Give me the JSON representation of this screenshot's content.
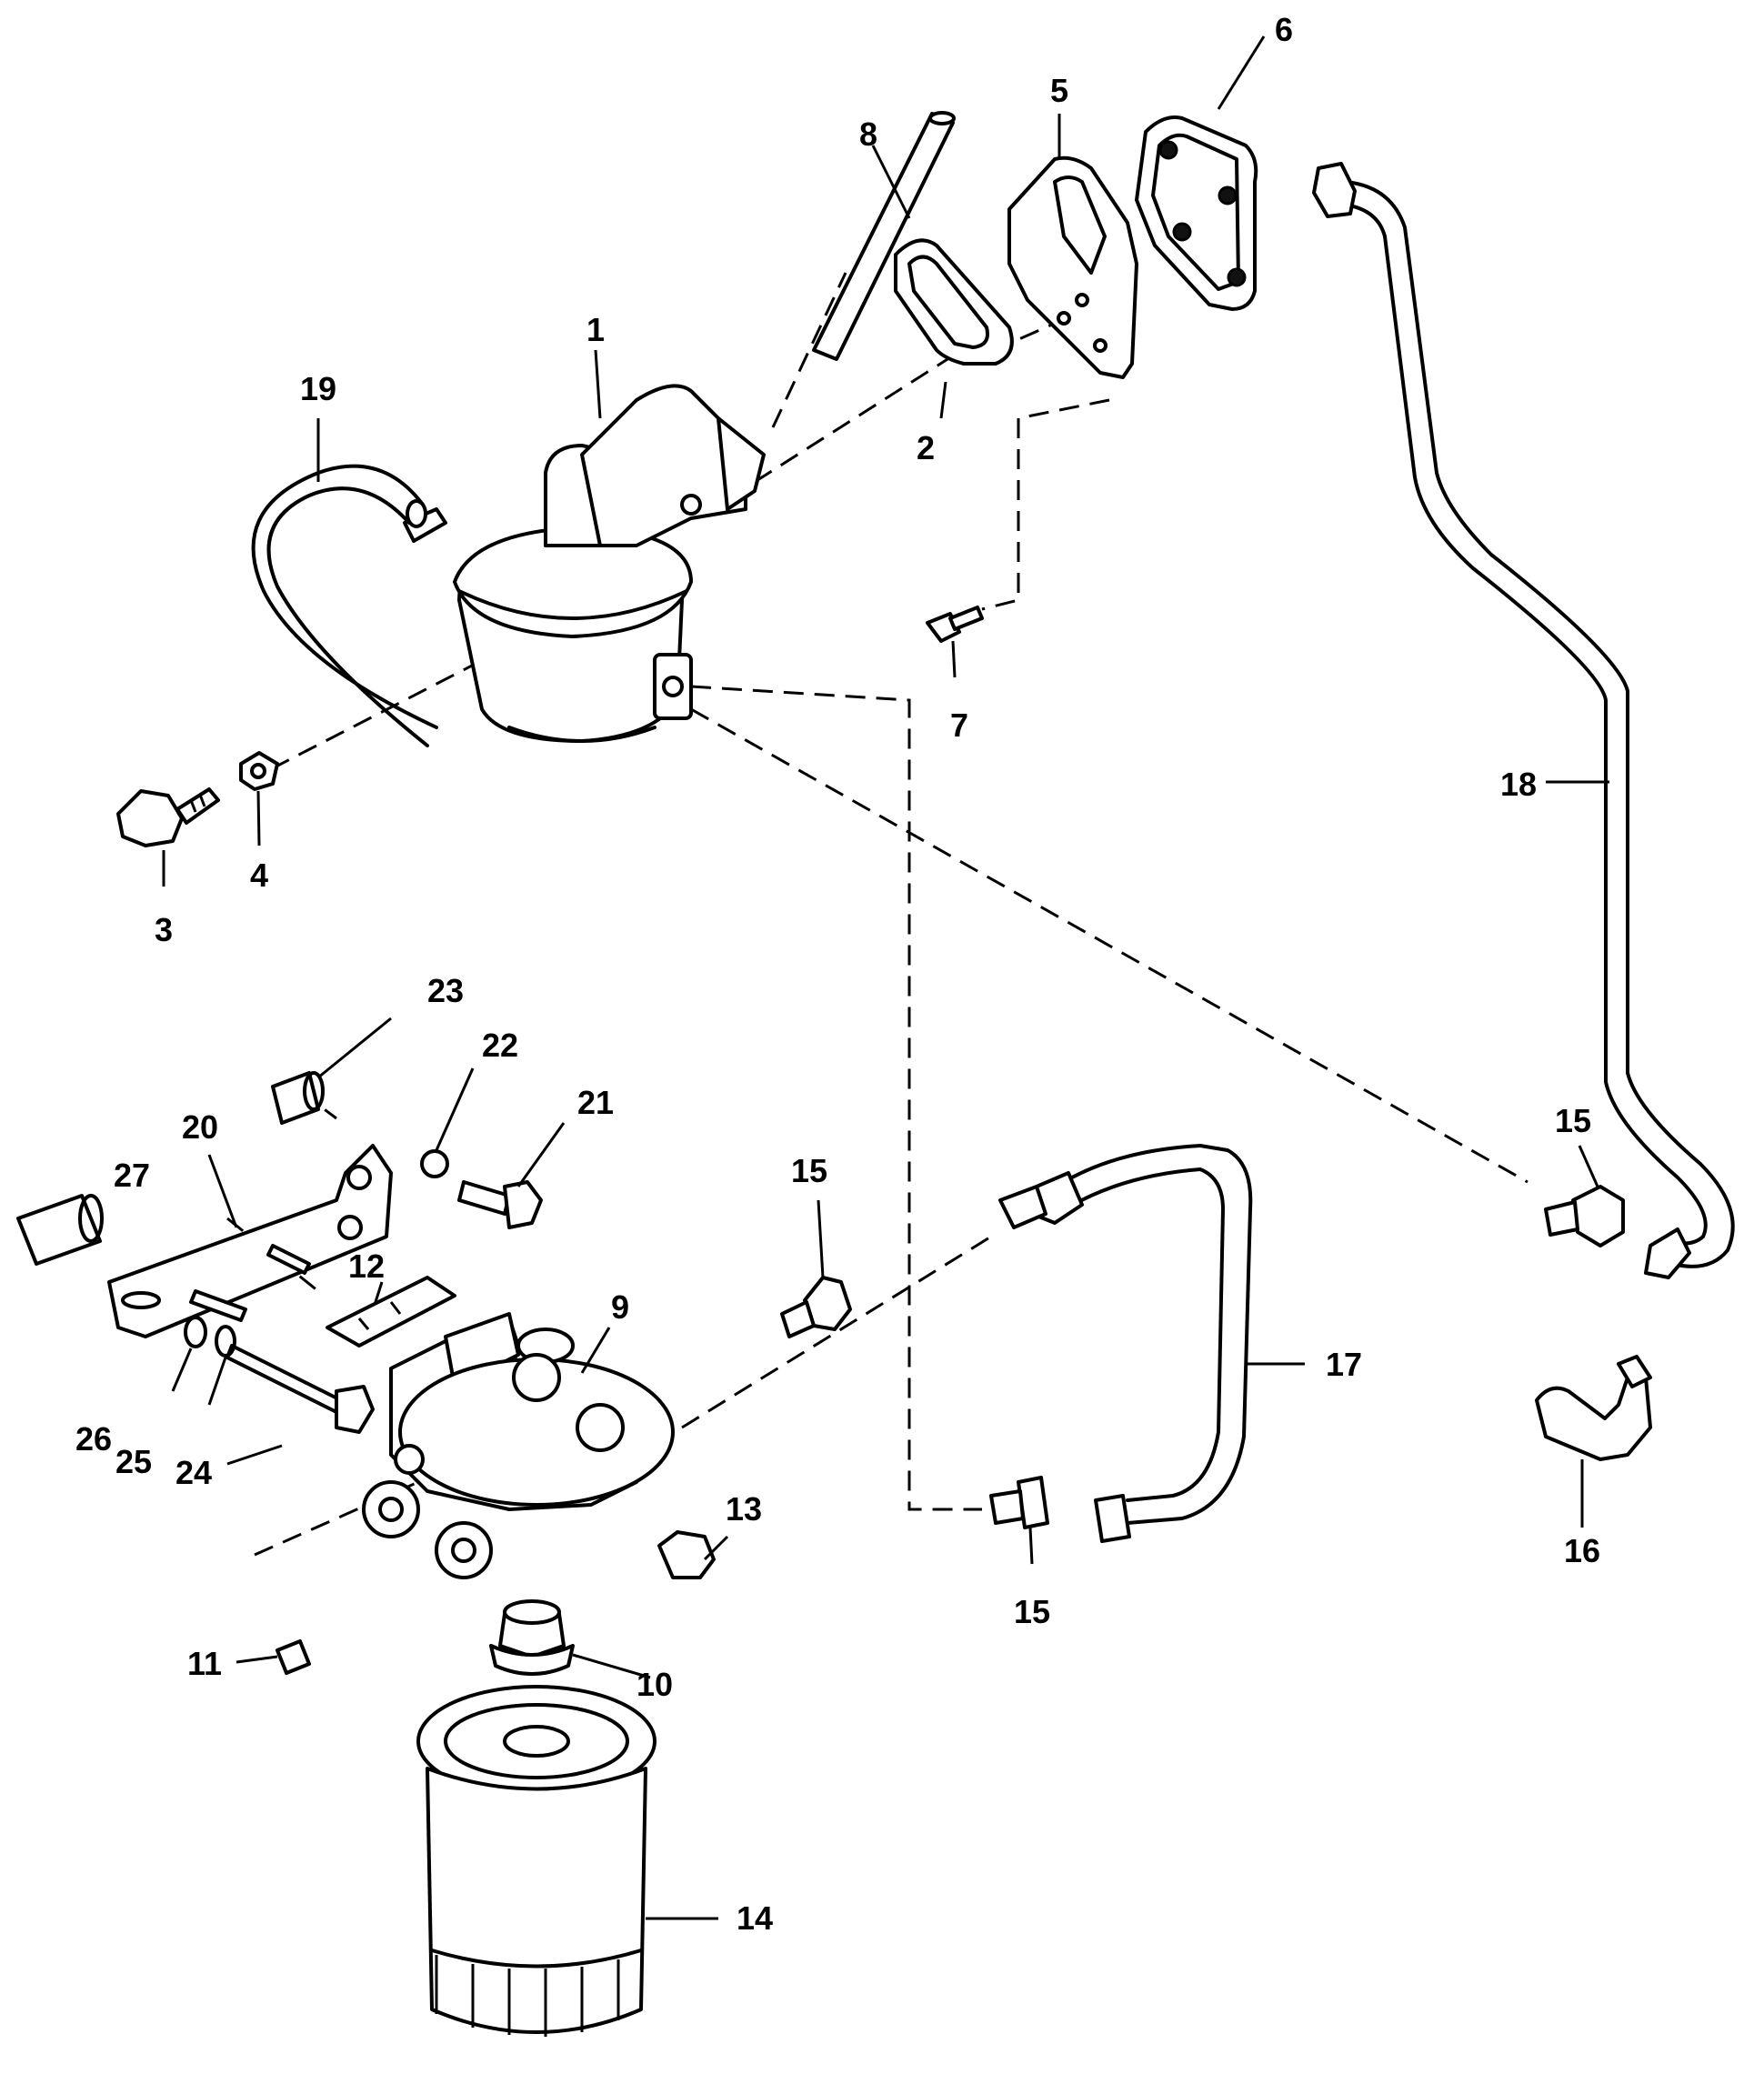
{
  "callouts": {
    "c1": "1",
    "c2": "2",
    "c3": "3",
    "c4": "4",
    "c5": "5",
    "c6": "6",
    "c7": "7",
    "c8": "8",
    "c9": "9",
    "c10": "10",
    "c11": "11",
    "c12": "12",
    "c13": "13",
    "c14": "14",
    "c15a": "15",
    "c15b": "15",
    "c15c": "15",
    "c16": "16",
    "c17": "17",
    "c18": "18",
    "c19": "19",
    "c20": "20",
    "c21": "21",
    "c22": "22",
    "c23": "23",
    "c24": "24",
    "c25": "25",
    "c26": "26",
    "c27": "27"
  }
}
